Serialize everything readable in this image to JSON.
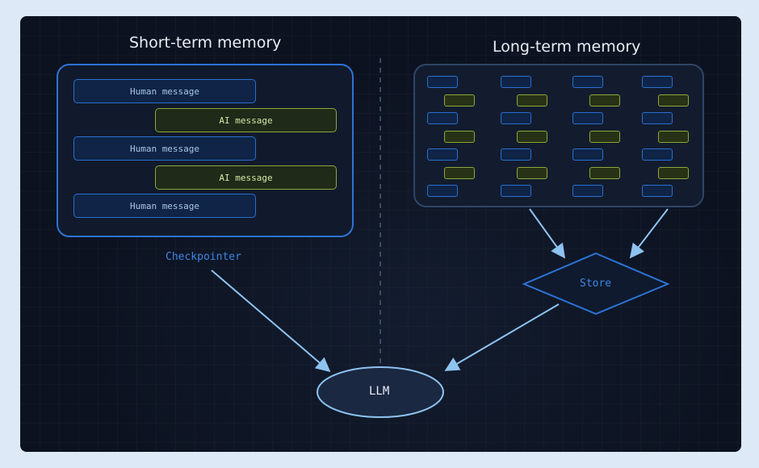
{
  "short_term": {
    "title": "Short-term memory",
    "messages": [
      "Human message",
      "AI message",
      "Human message",
      "AI message",
      "Human message"
    ],
    "checkpointer_label": "Checkpointer"
  },
  "long_term": {
    "title": "Long-term memory",
    "store_label": "Store"
  },
  "llm_label": "LLM",
  "colors": {
    "human_border": "#2a6fd0",
    "ai_border": "#8da73a",
    "arrow": "#8ec3f0",
    "accent": "#3d86e6"
  }
}
